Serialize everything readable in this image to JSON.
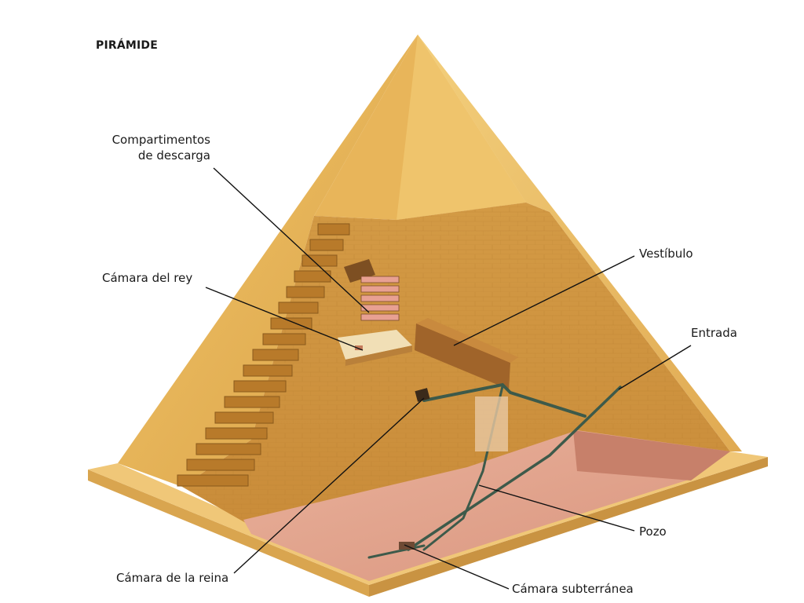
{
  "title": "PIRÁMIDE",
  "labels": {
    "compartimentos": [
      "Compartimentos",
      "de descarga"
    ],
    "camara_rey": "Cámara del rey",
    "vestibulo": "Vestíbulo",
    "entrada": "Entrada",
    "pozo": "Pozo",
    "camara_reina": "Cámara de la reina",
    "camara_subterranea": "Cámara subterránea"
  },
  "colors": {
    "stone_light": "#e8b75a",
    "stone_mid": "#d9a046",
    "stone_dark": "#c1862f",
    "interior": "#cf9440",
    "bedrock": "#e3a48c",
    "passage": "#3d5a4a",
    "leader": "#111111"
  }
}
